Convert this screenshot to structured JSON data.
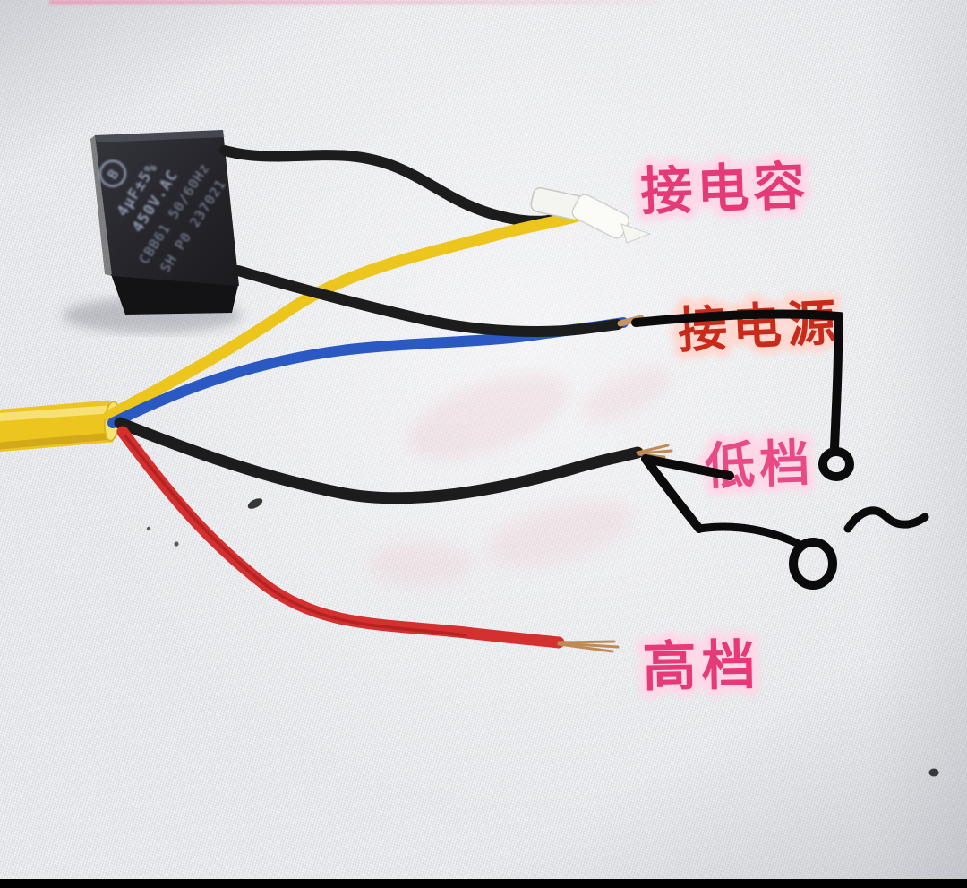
{
  "scene": {
    "type": "annotated wiring photo",
    "description": "Fan speed-switch cable and CBB61 capacitor on white woven fabric with hand-written wiring labels",
    "background_color": "#e8e9ec"
  },
  "capacitor": {
    "body_color": "#27272e",
    "logo_letter": "B",
    "label_lines": [
      "4μF±5%",
      "450V.AC",
      "CBB61  50/60Hz",
      "SH  P0 237021"
    ],
    "text_color": "#97a2b8"
  },
  "annotations": {
    "connect_capacitor": "接电容",
    "connect_power": "接电源",
    "low_gear": "低档",
    "high_gear": "高档",
    "tilde_symbol": "~",
    "label_pink": "#e63a78",
    "label_red": "#c92a1a",
    "marker_color": "#0b0b0b"
  },
  "wires": [
    {
      "name": "cable-sheath",
      "color_name": "yellow",
      "color": "#edc51f"
    },
    {
      "name": "capacitor-lead-top",
      "color_name": "black",
      "color": "#1c1c1c",
      "end": "white crimp connector"
    },
    {
      "name": "yellow-wire",
      "color_name": "yellow",
      "color": "#ecc51d",
      "end": "white crimp connector"
    },
    {
      "name": "capacitor-lead-lower",
      "color_name": "black",
      "color": "#1c1c1c",
      "end": "twisted with blue wire"
    },
    {
      "name": "blue-wire",
      "color_name": "blue",
      "color": "#2b59c3",
      "end": "bare copper tip"
    },
    {
      "name": "black-wire-low",
      "color_name": "black",
      "color": "#1c1c1c",
      "end": "bare copper tip"
    },
    {
      "name": "red-wire",
      "color_name": "red",
      "color": "#d53030",
      "end": "bare copper tip"
    }
  ]
}
